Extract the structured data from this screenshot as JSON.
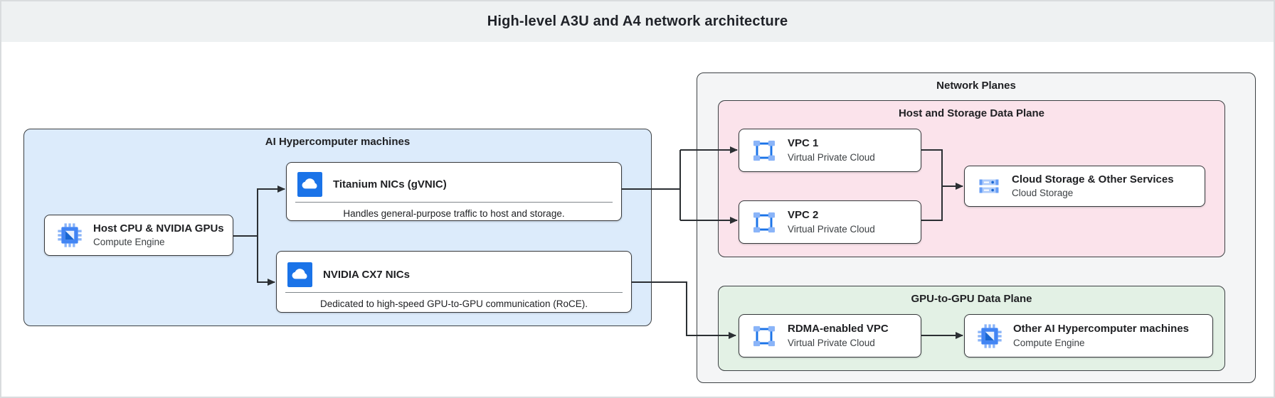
{
  "header": {
    "title": "High-level A3U and A4 network architecture"
  },
  "containers": {
    "ai_machines": {
      "label": "AI Hypercomputer machines"
    },
    "network_planes": {
      "label": "Network Planes"
    },
    "host_storage_plane": {
      "label": "Host and Storage Data Plane"
    },
    "gpu_plane": {
      "label": "GPU-to-GPU Data Plane"
    }
  },
  "nodes": {
    "host": {
      "title": "Host CPU & NVIDIA GPUs",
      "subtitle": "Compute Engine",
      "icon": "compute-engine-icon"
    },
    "titanium": {
      "title": "Titanium NICs (gVNIC)",
      "description": "Handles general-purpose traffic to host and storage.",
      "icon": "cloud-nic-icon"
    },
    "cx7": {
      "title": "NVIDIA CX7 NICs",
      "description": "Dedicated to high-speed GPU-to-GPU communication (RoCE).",
      "icon": "cloud-nic-icon"
    },
    "vpc1": {
      "title": "VPC 1",
      "subtitle": "Virtual Private Cloud",
      "icon": "vpc-icon"
    },
    "vpc2": {
      "title": "VPC 2",
      "subtitle": "Virtual Private Cloud",
      "icon": "vpc-icon"
    },
    "storage": {
      "title": "Cloud Storage & Other Services",
      "subtitle": "Cloud Storage",
      "icon": "cloud-storage-icon"
    },
    "rdma": {
      "title": "RDMA-enabled VPC",
      "subtitle": "Virtual Private Cloud",
      "icon": "vpc-icon"
    },
    "other": {
      "title": "Other AI Hypercomputer machines",
      "subtitle": "Compute Engine",
      "icon": "compute-engine-icon"
    }
  },
  "colors": {
    "header_bg": "#eef1f2",
    "blue_plane": "#dcebfb",
    "pink_plane": "#fbe3eb",
    "green_plane": "#e3f1e5",
    "gray_plane": "#f4f5f6",
    "icon_blue": "#1a73e8",
    "icon_light_blue": "#8ab4f8",
    "line": "#2b2f33"
  }
}
